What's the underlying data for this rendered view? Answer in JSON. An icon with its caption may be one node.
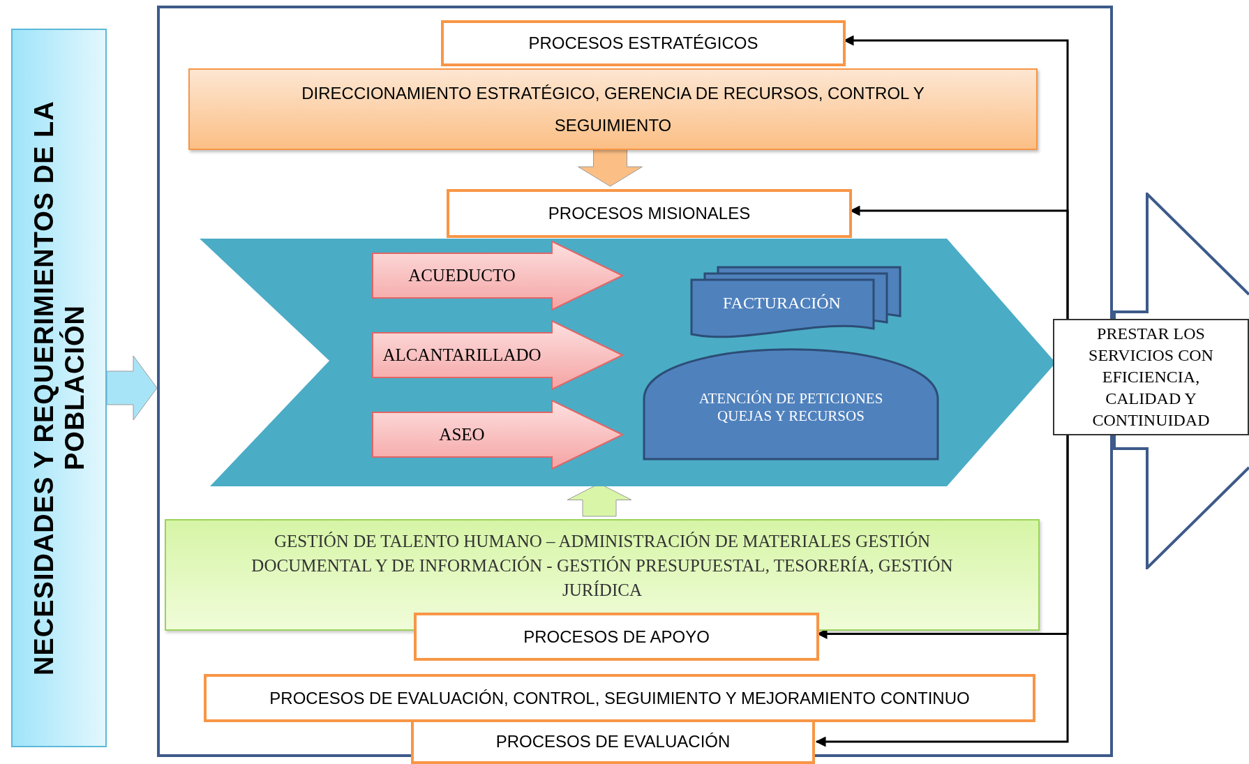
{
  "diagram": {
    "nodes": [
      {
        "text": [
          "NECESIDADES Y REQUERIMIENTOS DE LA POBLACIÓN"
        ]
      },
      {
        "text": [],
        "shape": "box"
      },
      {
        "text": [
          "PROCESOS ESTRATÉGICOS"
        ],
        "in": 1
      },
      {
        "text": [
          "DIRECCIONAMIENTO ESTRATÉGICO, GERENCIA DE RECURSOS, CONTROL Y SEGUIMIENTO"
        ],
        "in": 1
      },
      {
        "text": [
          "PROCESOS MISIONALES"
        ],
        "in": 1
      },
      {
        "text": [],
        "shape": "chevron",
        "in": 1
      },
      {
        "text": [
          "ACUEDUCTO"
        ],
        "in": 5
      },
      {
        "text": [
          "ALCANTARILLADO"
        ],
        "in": 5
      },
      {
        "text": [
          "ASEO"
        ],
        "in": 5
      },
      {
        "text": [
          "FACTURACIÓN"
        ],
        "in": 5
      },
      {
        "text": [
          "ATENCIÓN DE PETICIONES QUEJAS Y RECURSOS"
        ],
        "in": 5
      },
      {
        "text": [
          "GESTIÓN DE TALENTO HUMANO – ADMINISTRACIÓN DE MATERIALES GESTIÓN DOCUMENTAL Y DE INFORMACIÓN - GESTIÓN PRESUPUESTAL, TESORERÍA, GESTIÓN JURÍDICA"
        ],
        "in": 1
      },
      {
        "text": [
          "PROCESOS DE APOYO"
        ],
        "in": 1
      },
      {
        "text": [
          "PROCESOS DE EVALUACIÓN, CONTROL, SEGUIMIENTO Y MEJORAMIENTO CONTINUO"
        ],
        "in": 1
      },
      {
        "text": [
          "PROCESOS DE EVALUACIÓN"
        ]
      },
      {
        "text": [],
        "shape": "arrow"
      },
      {
        "text": [
          "PRESTAR LOS SERVICIOS CON EFICIENCIA, CALIDAD Y CONTINUIDAD"
        ]
      }
    ],
    "edges": [
      {
        "from": 0,
        "to": 1,
        "arrow": "to",
        "style": "thick",
        "color": "#a8e4f7"
      },
      {
        "from": 3,
        "to": 4,
        "arrow": "to",
        "style": "thick",
        "color": "#fbbf85"
      },
      {
        "from": 11,
        "to": 5,
        "arrow": "to",
        "style": "thick",
        "color": "#d9f5a8"
      },
      {
        "from": 16,
        "to": 2,
        "arrow": "to"
      },
      {
        "from": 16,
        "to": 4,
        "arrow": "to"
      },
      {
        "from": 16,
        "to": 12,
        "arrow": "to"
      },
      {
        "from": 16,
        "to": 14,
        "arrow": "to"
      }
    ]
  }
}
